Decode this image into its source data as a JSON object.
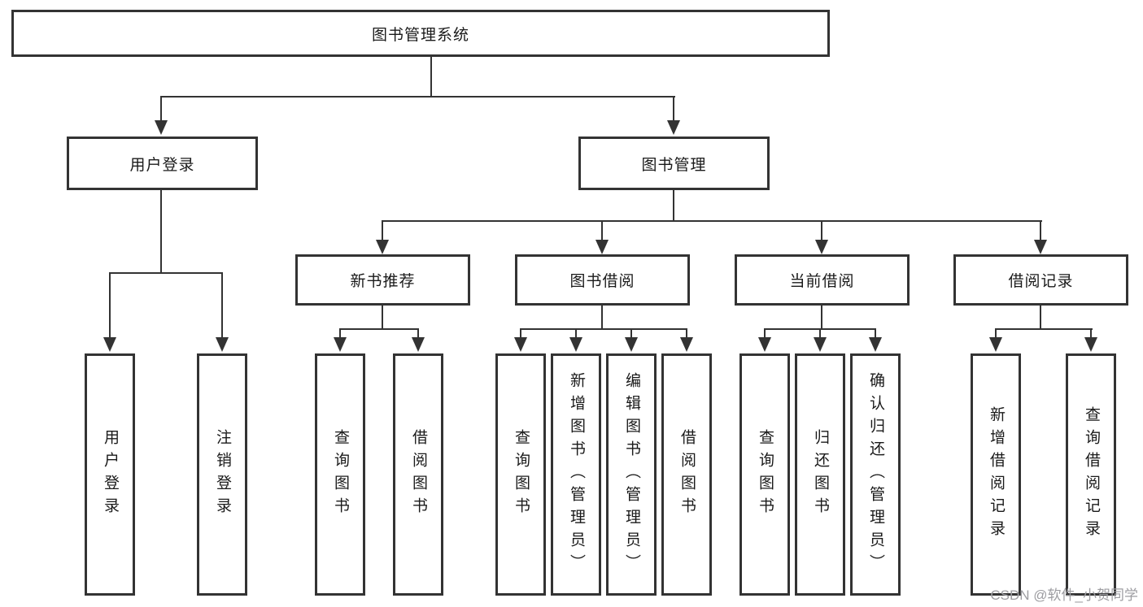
{
  "diagram_type": "hierarchy-tree",
  "tree": {
    "root": {
      "label": "图书管理系统",
      "children": [
        {
          "label": "用户登录",
          "children": [
            {
              "label": "用户登录"
            },
            {
              "label": "注销登录"
            }
          ]
        },
        {
          "label": "图书管理",
          "children": [
            {
              "label": "新书推荐",
              "children": [
                {
                  "label": "查询图书"
                },
                {
                  "label": "借阅图书"
                }
              ]
            },
            {
              "label": "图书借阅",
              "children": [
                {
                  "label": "查询图书"
                },
                {
                  "label": "新增图书（管理员）"
                },
                {
                  "label": "编辑图书（管理员）"
                },
                {
                  "label": "借阅图书"
                }
              ]
            },
            {
              "label": "当前借阅",
              "children": [
                {
                  "label": "查询图书"
                },
                {
                  "label": "归还图书"
                },
                {
                  "label": "确认归还（管理员）"
                }
              ]
            },
            {
              "label": "借阅记录",
              "children": [
                {
                  "label": "新增借阅记录"
                },
                {
                  "label": "查询借阅记录"
                }
              ]
            }
          ]
        }
      ]
    }
  },
  "watermark": "CSDN @软件_小贺同学",
  "colors": {
    "line": "#333333",
    "box_border": "#333333",
    "box_fill": "#ffffff",
    "text": "#1a1a1a",
    "watermark": "#9d9da1",
    "background": "#ffffff"
  }
}
